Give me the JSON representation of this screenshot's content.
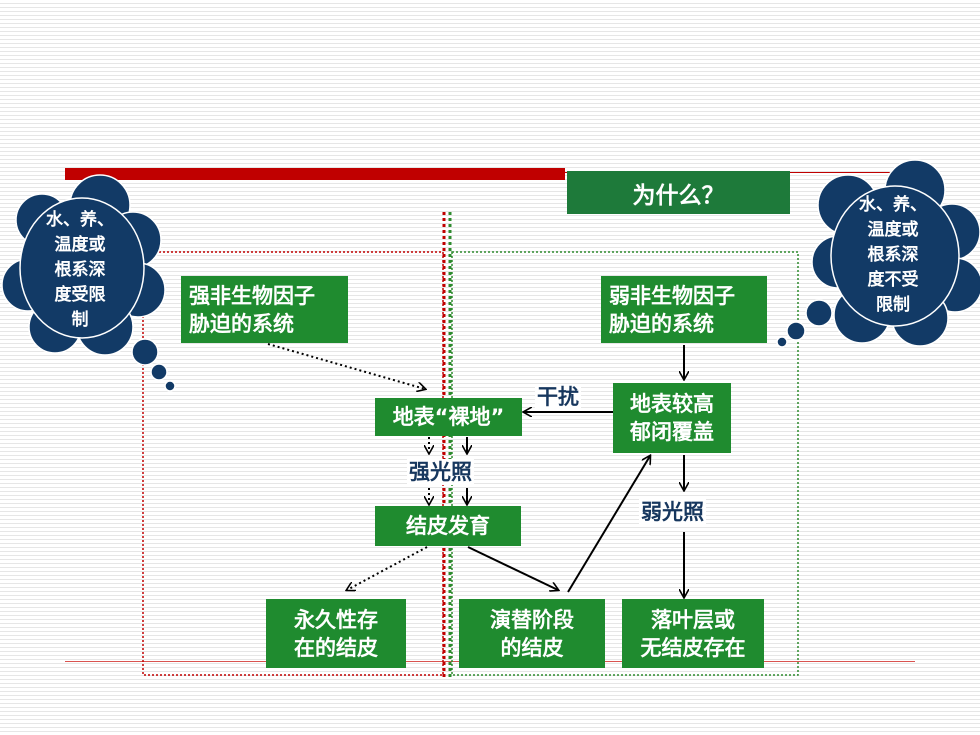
{
  "title": "为什么？",
  "left_cloud": {
    "lines": [
      "水、养、",
      "温度或",
      "根系深",
      "度受限",
      "制"
    ]
  },
  "right_cloud": {
    "lines": [
      "水、养、",
      "温度或",
      "根系深",
      "度不受",
      "限制"
    ]
  },
  "boxes": {
    "strong_stress": {
      "lines": [
        "强非生物因子",
        "胁迫的系统"
      ]
    },
    "weak_stress": {
      "lines": [
        "弱非生物因子",
        "胁迫的系统"
      ]
    },
    "bare_ground": {
      "text": "地表“裸地”"
    },
    "high_cover": {
      "lines": [
        "地表较高",
        "郁闭覆盖"
      ]
    },
    "crust_dev": {
      "text": "结皮发育"
    },
    "permanent_crust": {
      "lines": [
        "永久性存",
        "在的结皮"
      ]
    },
    "succession_crust": {
      "lines": [
        "演替阶段",
        "的结皮"
      ]
    },
    "litter_layer": {
      "lines": [
        "落叶层或",
        "无结皮存在"
      ]
    }
  },
  "labels": {
    "disturbance": "干扰",
    "strong_light": "强光照",
    "weak_light": "弱光照"
  },
  "colors": {
    "box_green": "#1f8b2f",
    "title_green": "#1e7a3a",
    "cloud_navy": "#123a66",
    "label_navy": "#17375e",
    "red": "#c00000"
  }
}
